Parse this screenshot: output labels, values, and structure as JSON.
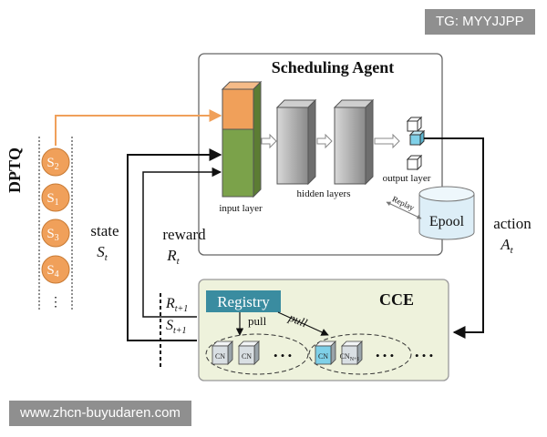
{
  "watermarks": {
    "top_right": "TG: MYYJJPP",
    "bottom_left": "www.zhcn-buyudaren.com"
  },
  "dptq": {
    "title": "DPTQ",
    "queue_items": [
      {
        "letter": "S",
        "sub": "2"
      },
      {
        "letter": "S",
        "sub": "1"
      },
      {
        "letter": "S",
        "sub": "3"
      },
      {
        "letter": "S",
        "sub": "4"
      }
    ],
    "ellipsis": "⋮"
  },
  "agent": {
    "title": "Scheduling Agent",
    "input_layer": "input layer",
    "hidden_layers": "hidden layers",
    "output_layer": "output layer",
    "replay": "Replay",
    "epool": "Epool"
  },
  "signals": {
    "state_word": "state",
    "state_symbol": "S",
    "state_sub": "t",
    "reward_word": "reward",
    "reward_symbol": "R",
    "reward_sub": "t",
    "action_word": "action",
    "action_symbol": "A",
    "action_sub": "t",
    "next_reward_symbol": "R",
    "next_reward_sub": "t+1",
    "next_state_symbol": "S",
    "next_state_sub": "t+1"
  },
  "cce": {
    "title": "CCE",
    "registry": "Registry",
    "pull_1": "pull",
    "pull_2": "pull",
    "node_label": "CN",
    "node_sub_prefix": "N",
    "node_sub_suffix": "+1",
    "dots": "• • •"
  },
  "colors": {
    "orange": "#f0a05a",
    "green": "#7ba24a",
    "cce_bg": "#eef2dc",
    "registry": "#3a8ca0",
    "cyan_node": "#7fd0e8",
    "epool": "#ddeef7"
  }
}
